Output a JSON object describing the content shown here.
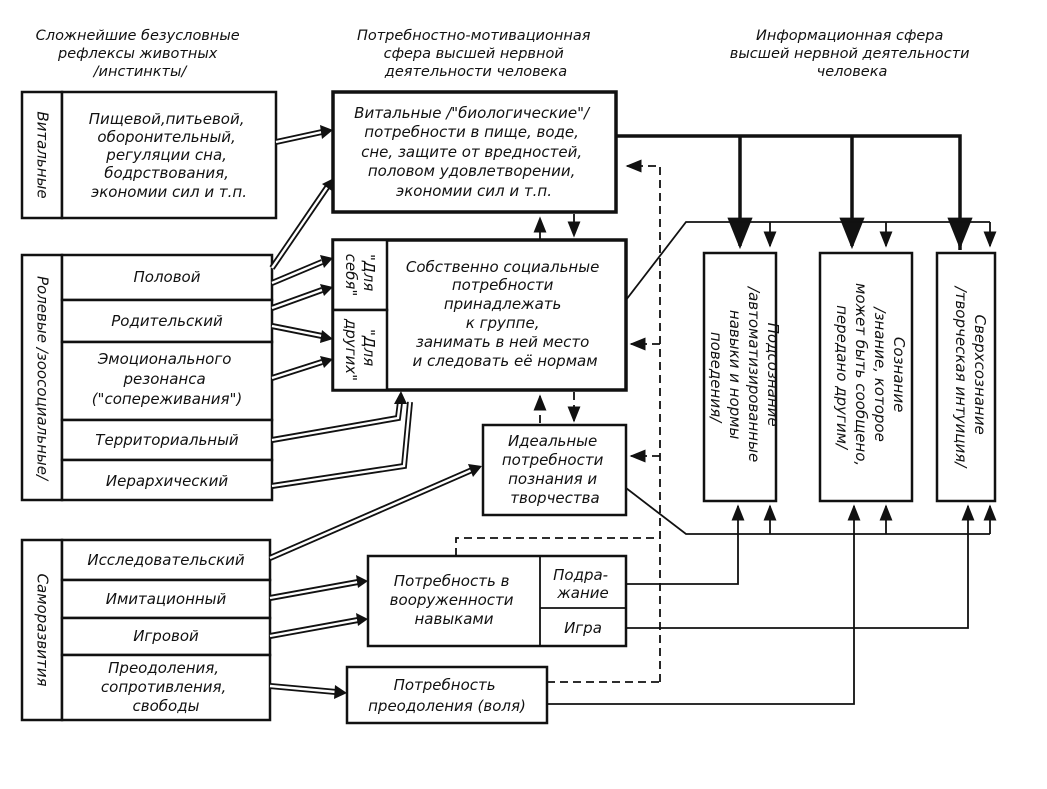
{
  "headers": {
    "instincts": [
      "Сложнейшие безусловные",
      "рефлексы животных",
      "/инстинкты/"
    ],
    "motivation": [
      "Потребностно-мотивационная",
      "сфера высшей нервной",
      "деятельности человека"
    ],
    "information": [
      "Информационная сфера",
      "высшей нервной деятельности",
      "человека"
    ]
  },
  "groups": {
    "vital": "Витальные",
    "role": "Ролевые /зоосоциальные/",
    "self": "Саморазвития"
  },
  "vital_item": [
    "Пищевой,питьевой,",
    "оборонительный,",
    "регуляции сна,",
    "бодрствования,",
    "экономии сил и т.п."
  ],
  "role_items": {
    "sexual": "Половой",
    "parental": "Родительский",
    "emotional": [
      "Эмоционального",
      "резонанса",
      "(\"сопереживания\")"
    ],
    "territorial": "Территориальный",
    "hierarchical": "Иерархический"
  },
  "self_items": {
    "research": "Исследовательский",
    "imitation": "Имитационный",
    "game": "Игровой",
    "overcoming": [
      "Преодоления,",
      "сопротивления,",
      "свободы"
    ]
  },
  "needs": {
    "vital": [
      "Витальные /\"биологические\"/",
      "потребности в пище, воде,",
      "сне, защите от вредностей,",
      "половом удовлетворении,",
      "экономии сил и т.п."
    ],
    "social": [
      "Собственно социальные",
      "потребности",
      "принадлежать",
      "к группе,",
      "занимать в ней место",
      "и следовать её нормам"
    ],
    "for_self": [
      "\"Для",
      "себя\""
    ],
    "for_others": [
      "\"Для",
      "других\""
    ],
    "ideal": [
      "Идеальные",
      "потребности",
      "познания и",
      "творчества"
    ],
    "armament": [
      "Потребность в",
      "вооруженности",
      "навыками"
    ],
    "imitation": [
      "Подра-",
      "жание"
    ],
    "game": "Игра",
    "overcoming": [
      "Потребность",
      "преодоления (воля)"
    ]
  },
  "consciousness": {
    "subconscious": [
      "Подсознание",
      "/автоматизированные",
      "навыки и нормы",
      "поведения/"
    ],
    "conscious": [
      "Сознание",
      "/знание, которое",
      "может быть сообщено,",
      "передано другим/"
    ],
    "superconscious": [
      "Сверхсознание",
      "/творческая интуиция/"
    ]
  }
}
